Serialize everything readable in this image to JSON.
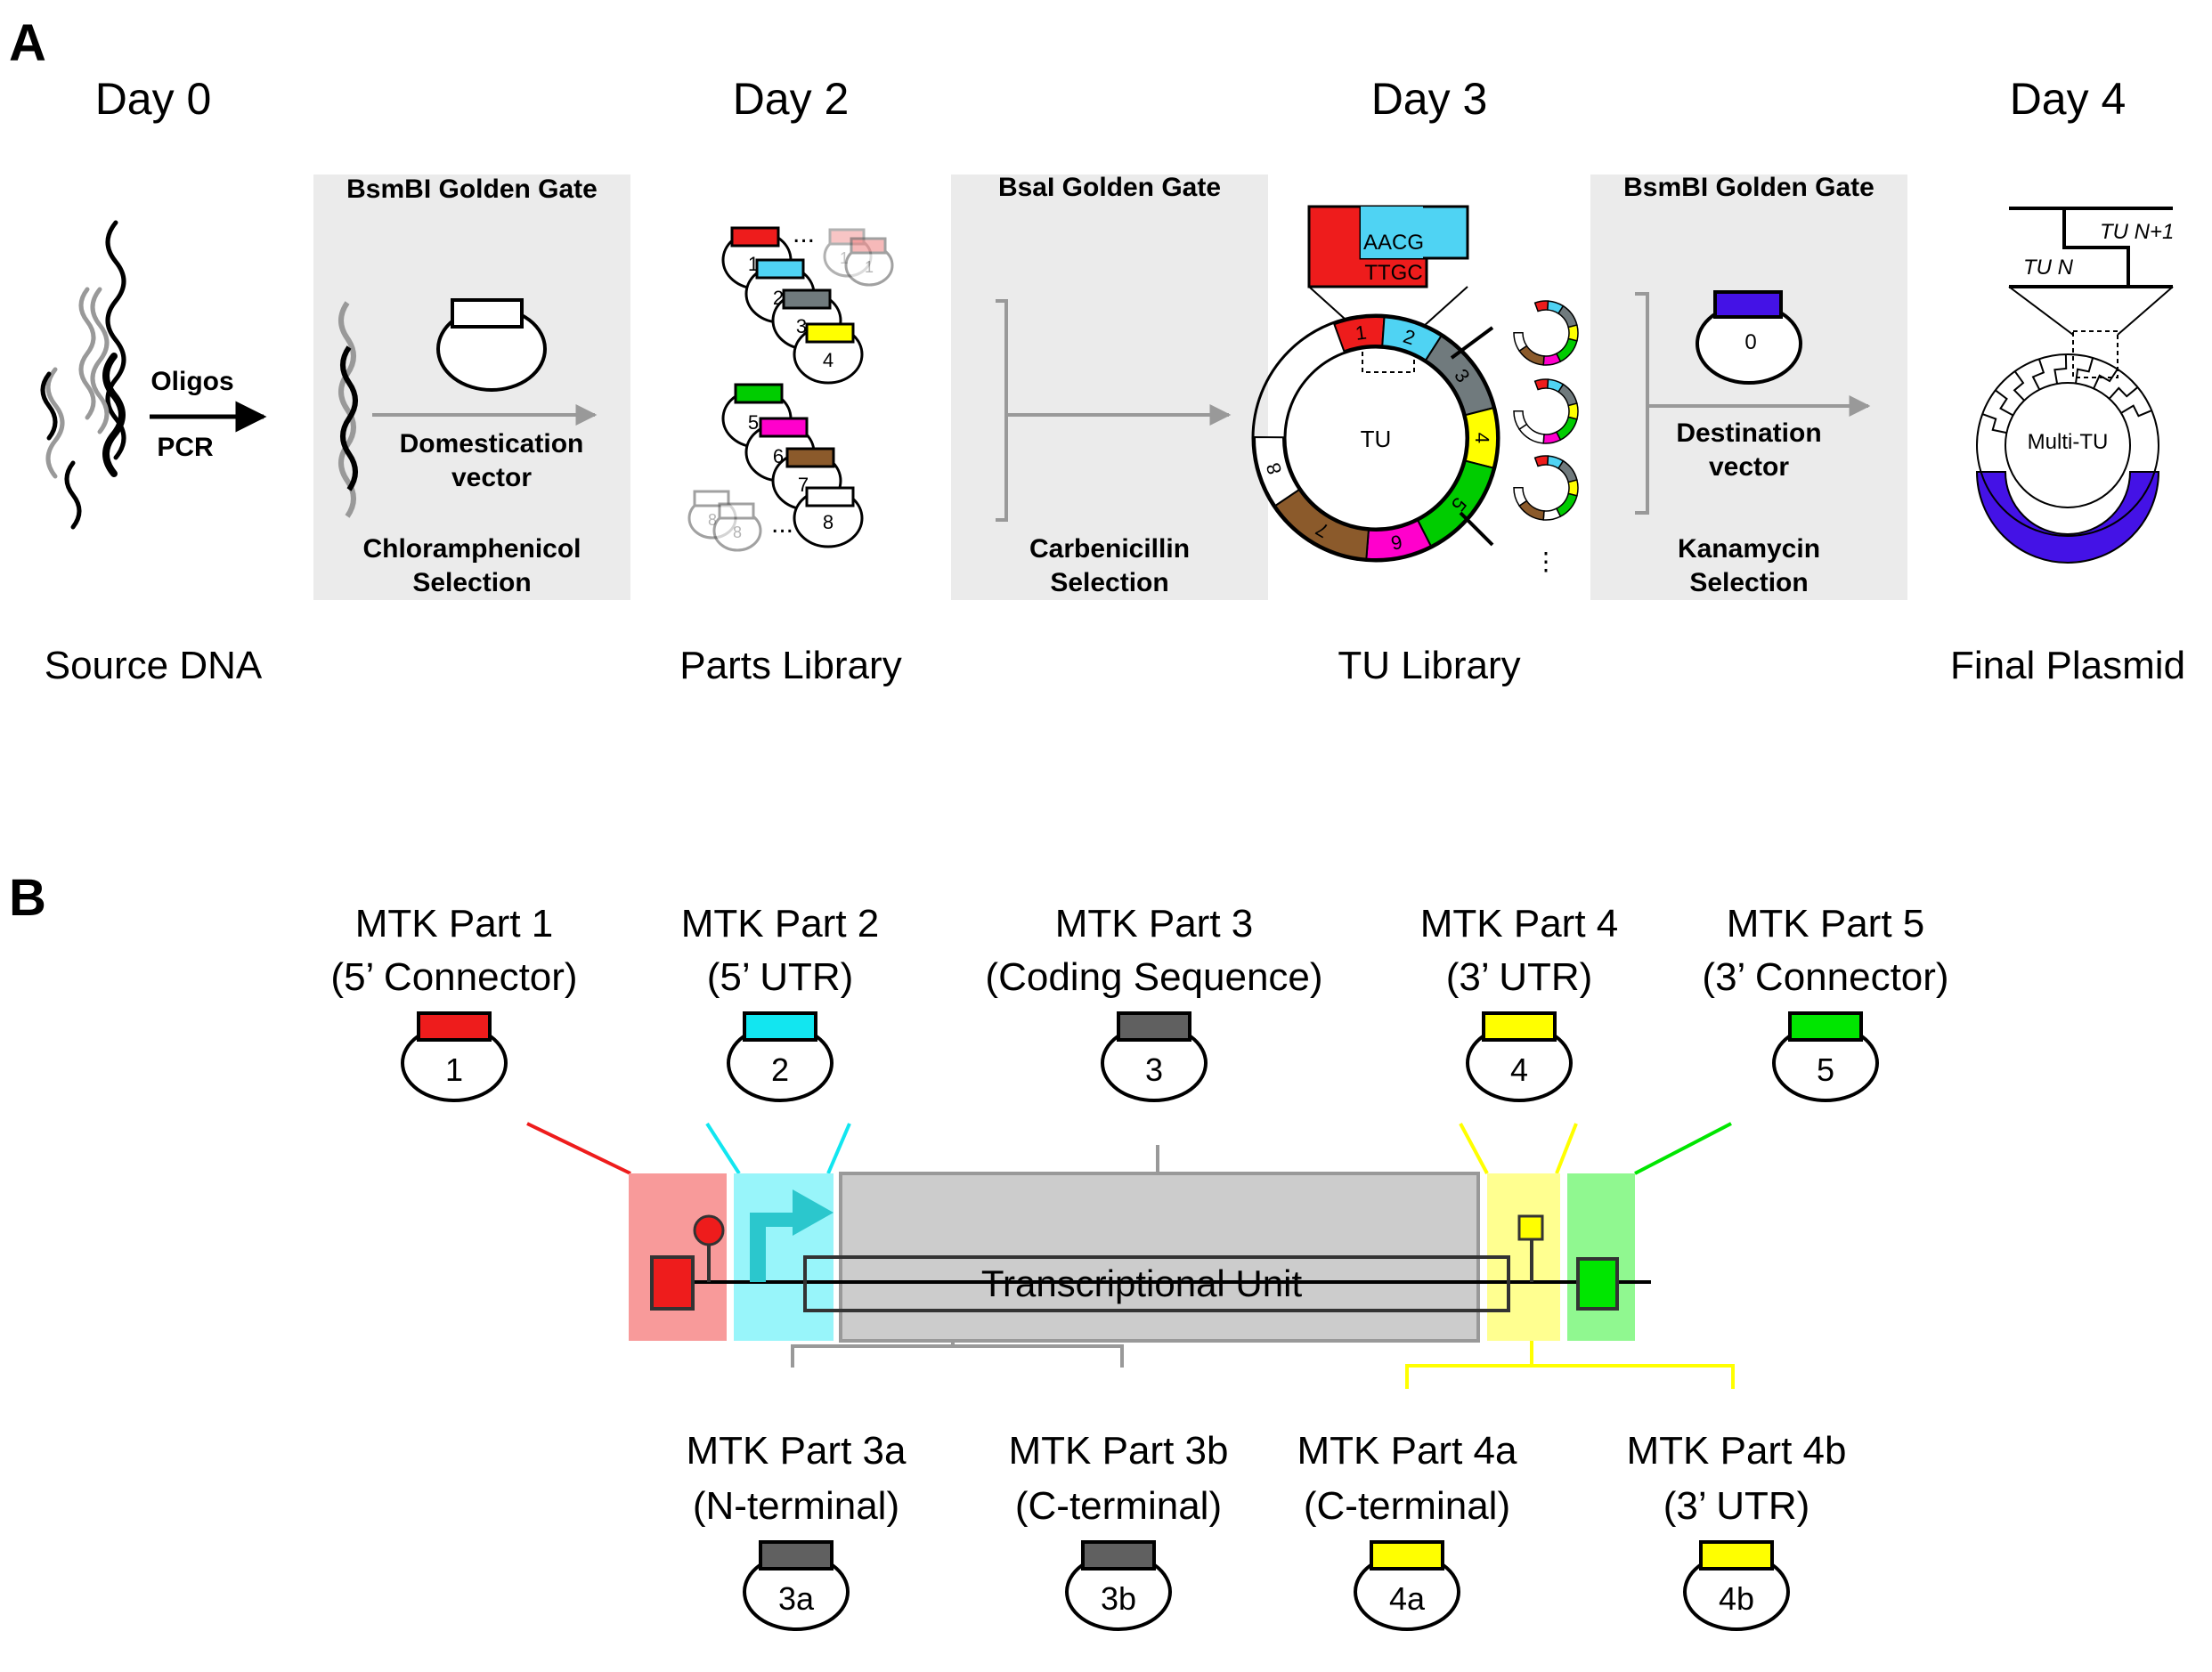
{
  "panel_a": {
    "label": "A",
    "days": {
      "day0": "Day 0",
      "day2": "Day 2",
      "day3": "Day 3",
      "day4": "Day 4"
    },
    "bottom_labels": {
      "source_dna": "Source DNA",
      "parts_library": "Parts Library",
      "tu_library": "TU Library",
      "final_plasmid": "Final Plasmid"
    },
    "step0": {
      "top": "Oligos",
      "bottom": "PCR"
    },
    "boxes": {
      "box1": {
        "title": "BsmBI Golden Gate",
        "vector_line1": "Domestication",
        "vector_line2": "vector",
        "selection_line1": "Chloramphenicol",
        "selection_line2": "Selection"
      },
      "box2": {
        "title": "BsaI Golden Gate",
        "selection_line1": "Carbenicillin",
        "selection_line2": "Selection"
      },
      "box3": {
        "title": "BsmBI Golden Gate",
        "vector_line1": "Destination",
        "vector_line2": "vector",
        "selection_line1": "Kanamycin",
        "selection_line2": "Selection",
        "destination_part": "0"
      }
    },
    "parts_library": {
      "numbers": [
        "1",
        "2",
        "3",
        "4",
        "5",
        "6",
        "7",
        "8"
      ],
      "faded_numbers": [
        "1",
        "1",
        "8",
        "8"
      ],
      "ellipsis": "...",
      "colors": [
        "#ee1c1c",
        "#4fd3f3",
        "#707a7d",
        "#ffff00",
        "#00cc00",
        "#ff00cc",
        "#8b5a2b",
        "#ffffff"
      ]
    },
    "tu": {
      "label": "TU",
      "overhang_top": "AACG",
      "overhang_bottom": "TTGC",
      "segment_numbers": [
        "1",
        "2",
        "3",
        "4",
        "5",
        "6",
        "7",
        "8"
      ],
      "dots": "⋮"
    },
    "final": {
      "label": "Multi-TU",
      "tu_n": "TU N",
      "tu_n1": "TU N+1",
      "destination_color": "#4412e6"
    }
  },
  "panel_b": {
    "label": "B",
    "top_parts": [
      {
        "line1": "MTK Part 1",
        "line2": "(5’ Connector)",
        "num": "1",
        "color": "#ee1c1c"
      },
      {
        "line1": "MTK Part 2",
        "line2": "(5’ UTR)",
        "num": "2",
        "color": "#12e6f0"
      },
      {
        "line1": "MTK Part 3",
        "line2": "(Coding Sequence)",
        "num": "3",
        "color": "#606060"
      },
      {
        "line1": "MTK Part 4",
        "line2": "(3’ UTR)",
        "num": "4",
        "color": "#ffff00"
      },
      {
        "line1": "MTK Part 5",
        "line2": "(3’ Connector)",
        "num": "5",
        "color": "#00e600"
      }
    ],
    "bottom_parts": [
      {
        "line1": "MTK Part 3a",
        "line2": "(N-terminal)",
        "num": "3a",
        "color": "#606060"
      },
      {
        "line1": "MTK Part 3b",
        "line2": "(C-terminal)",
        "num": "3b",
        "color": "#606060"
      },
      {
        "line1": "MTK Part 4a",
        "line2": "(C-terminal)",
        "num": "4a",
        "color": "#ffff00"
      },
      {
        "line1": "MTK Part 4b",
        "line2": "(3’ UTR)",
        "num": "4b",
        "color": "#ffff00"
      }
    ],
    "tu_label": "Transcriptional Unit"
  }
}
